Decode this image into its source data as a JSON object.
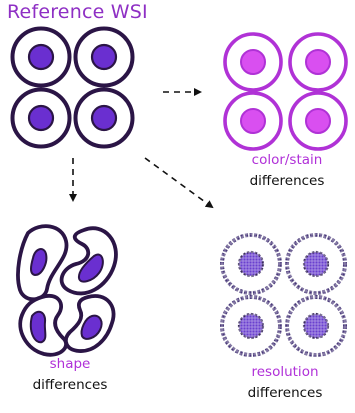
{
  "title": "Reference WSI",
  "labels": {
    "color": {
      "accent": "color/stain",
      "base": "differences"
    },
    "shape": {
      "accent": "shape",
      "base": "differences"
    },
    "resolution": {
      "accent": "resolution",
      "base": "differences"
    }
  },
  "colors": {
    "title": "#8e2fc4",
    "reference_ring": "#2b1546",
    "reference_nucleus": "#6a2fd0",
    "color_ring": "#b032d6",
    "color_nucleus": "#d94ff0",
    "shape_ring": "#2b1546",
    "shape_nucleus": "#6a2fd0",
    "resolution_ring": "#4a3a7a",
    "resolution_nucleus": "#6a3fcf",
    "accent_label": "#b030d8"
  }
}
